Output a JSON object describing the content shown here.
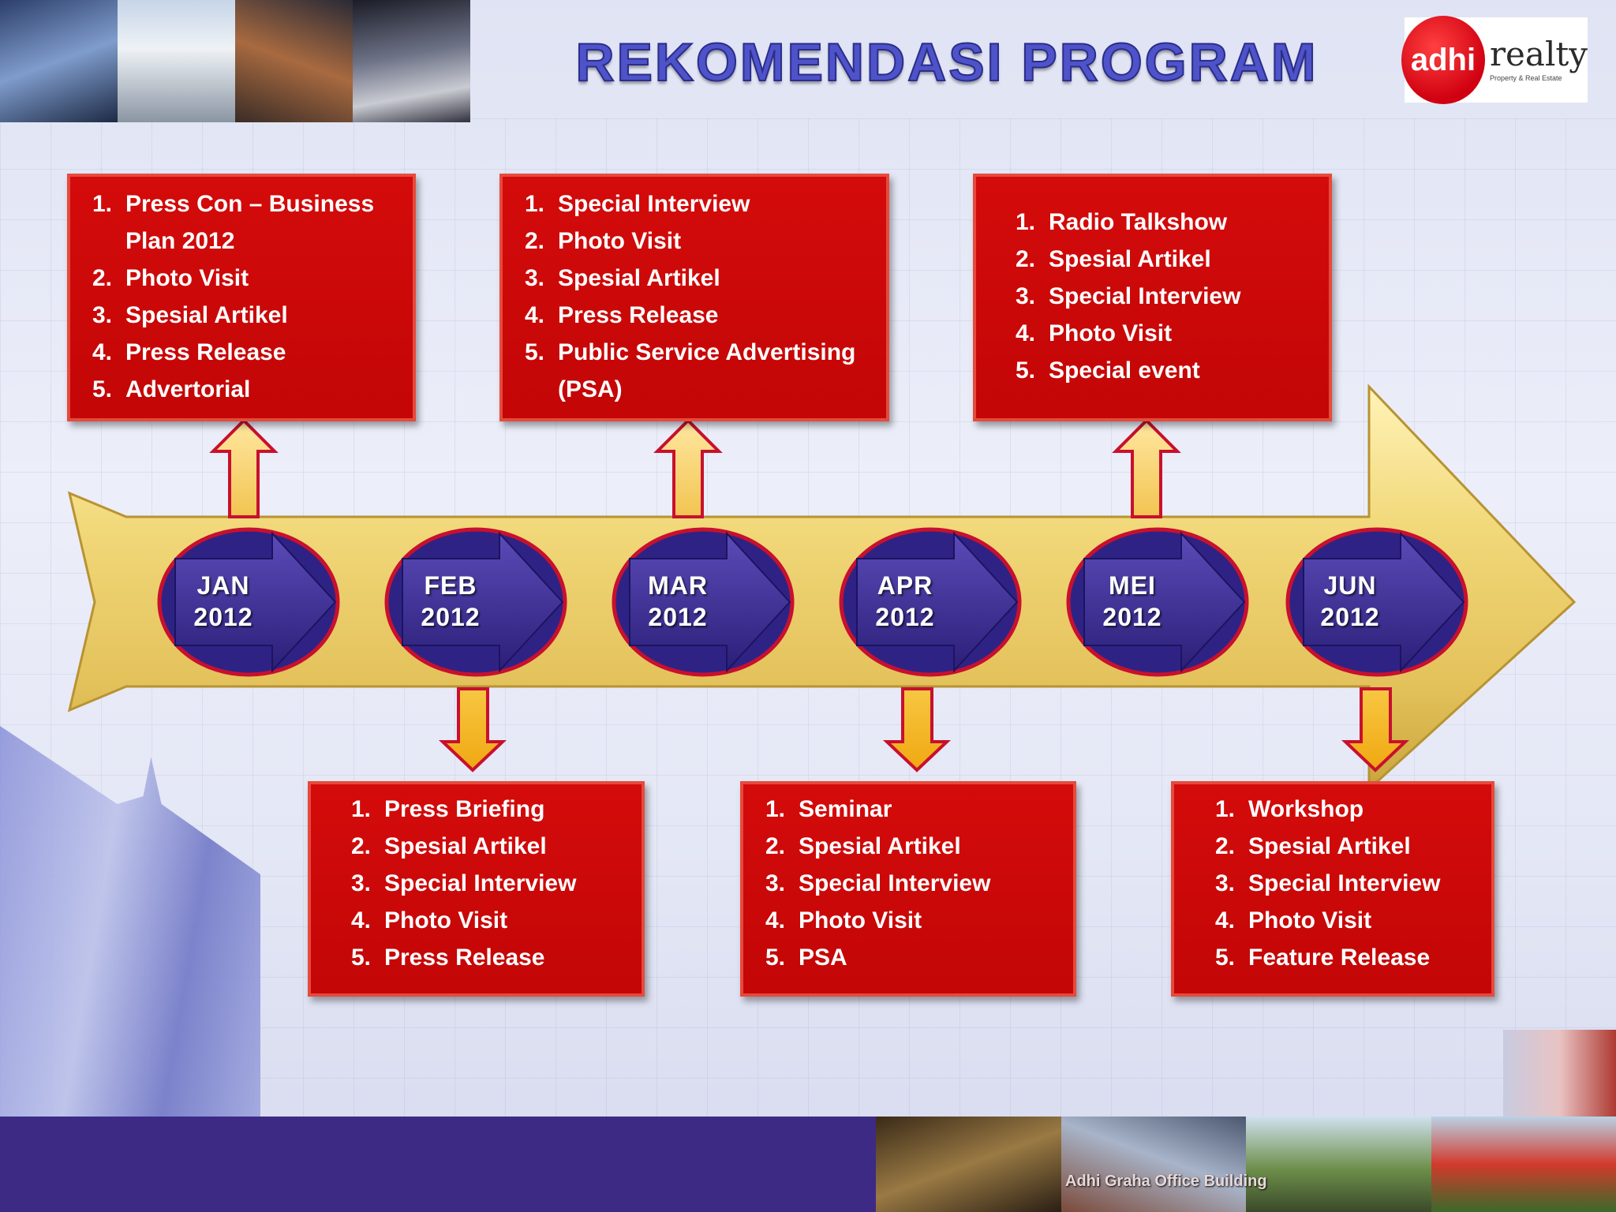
{
  "header": {
    "title": "REKOMENDASI PROGRAM",
    "logo": {
      "mark": "adhi",
      "word": "realty",
      "tagline": "Property & Real Estate"
    }
  },
  "colors": {
    "box_red": "#c80808",
    "arrow_gold": "#e9cf6e",
    "circle_purple": "#3d2e8c",
    "circle_ring": "#c8102e",
    "title_blue": "#4f53c9",
    "footer_purple": "#3d2a85"
  },
  "months": [
    {
      "line1": "JAN",
      "line2": "2012"
    },
    {
      "line1": "FEB",
      "line2": "2012"
    },
    {
      "line1": "MAR",
      "line2": "2012"
    },
    {
      "line1": "APR",
      "line2": "2012"
    },
    {
      "line1": "MEI",
      "line2": "2012"
    },
    {
      "line1": "JUN",
      "line2": "2012"
    }
  ],
  "programs": {
    "jan": [
      {
        "n": "1.",
        "t": "Press Con – Business Plan 2012"
      },
      {
        "n": "2.",
        "t": "Photo Visit"
      },
      {
        "n": "3.",
        "t": "Spesial Artikel"
      },
      {
        "n": "4.",
        "t": "Press Release"
      },
      {
        "n": "5.",
        "t": "Advertorial"
      }
    ],
    "feb": [
      {
        "n": "1.",
        "t": "Press Briefing"
      },
      {
        "n": "2.",
        "t": "Spesial Artikel"
      },
      {
        "n": "3.",
        "t": "Special Interview"
      },
      {
        "n": "4.",
        "t": "Photo Visit"
      },
      {
        "n": "5.",
        "t": "Press Release"
      }
    ],
    "mar": [
      {
        "n": "1.",
        "t": "Special Interview"
      },
      {
        "n": "2.",
        "t": "Photo Visit"
      },
      {
        "n": "3.",
        "t": "Spesial Artikel"
      },
      {
        "n": "4.",
        "t": "Press Release"
      },
      {
        "n": "5.",
        "t": "Public Service Advertising (PSA)"
      }
    ],
    "apr": [
      {
        "n": "1.",
        "t": "Seminar"
      },
      {
        "n": "2.",
        "t": "Spesial Artikel"
      },
      {
        "n": "3.",
        "t": "Special Interview"
      },
      {
        "n": "4.",
        "t": "Photo Visit"
      },
      {
        "n": "5.",
        "t": "PSA"
      }
    ],
    "mei": [
      {
        "n": "1.",
        "t": "Radio Talkshow"
      },
      {
        "n": "2.",
        "t": "Spesial Artikel"
      },
      {
        "n": "3.",
        "t": "Special Interview"
      },
      {
        "n": "4.",
        "t": "Photo Visit"
      },
      {
        "n": "5.",
        "t": "Special event"
      }
    ],
    "jun": [
      {
        "n": "1.",
        "t": "Workshop"
      },
      {
        "n": "2.",
        "t": "Spesial Artikel"
      },
      {
        "n": "3.",
        "t": "Special Interview"
      },
      {
        "n": "4.",
        "t": "Photo Visit"
      },
      {
        "n": "5.",
        "t": "Feature Release"
      }
    ]
  },
  "footer": {
    "caption": "Adhi Graha Office Building"
  }
}
